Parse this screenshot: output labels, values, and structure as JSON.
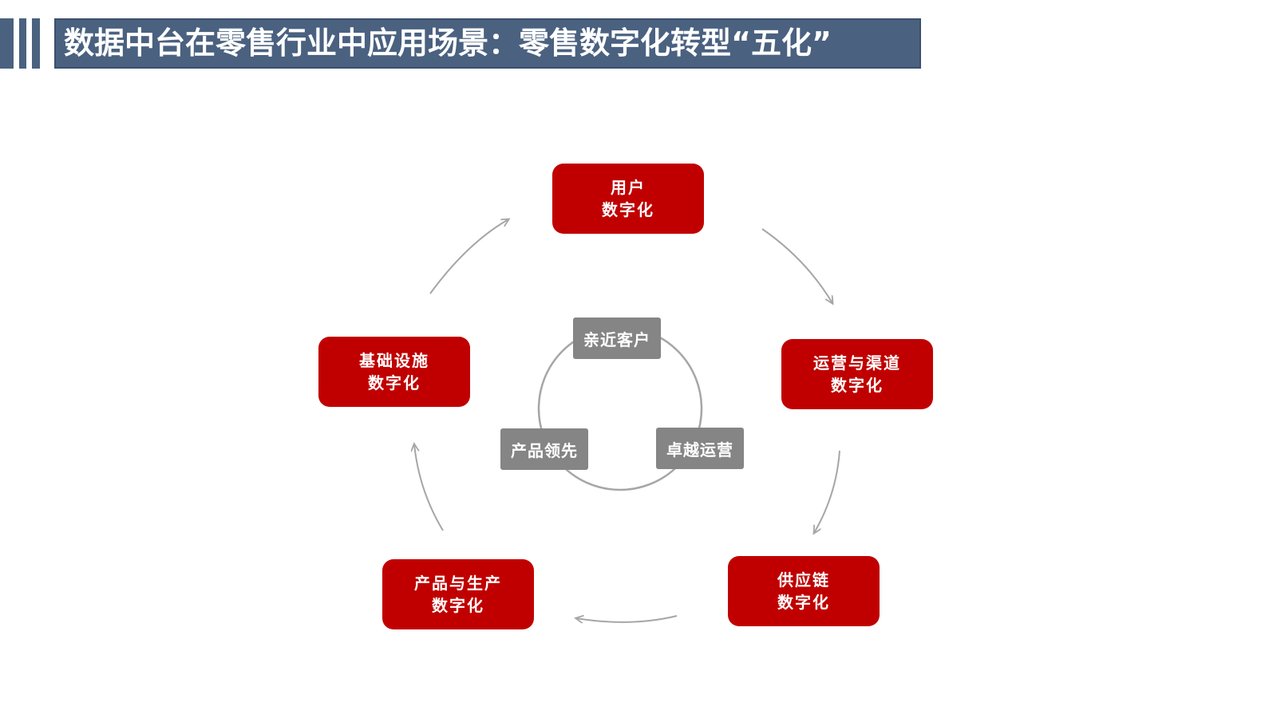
{
  "title": "数据中台在零售行业中应用场景：零售数字化转型“五化”",
  "colors": {
    "title_bg": "#4a6180",
    "outer_node_bg": "#c00000",
    "inner_node_bg": "#858585",
    "arrow": "#a6a6a6"
  },
  "outer_nodes": [
    {
      "line1": "用户",
      "line2": "数字化"
    },
    {
      "line1": "运营与渠道",
      "line2": "数字化"
    },
    {
      "line1": "供应链",
      "line2": "数字化"
    },
    {
      "line1": "产品与生产",
      "line2": "数字化"
    },
    {
      "line1": "基础设施",
      "line2": "数字化"
    }
  ],
  "inner_nodes": [
    {
      "label": "亲近客户"
    },
    {
      "label": "卓越运营"
    },
    {
      "label": "产品领先"
    }
  ]
}
